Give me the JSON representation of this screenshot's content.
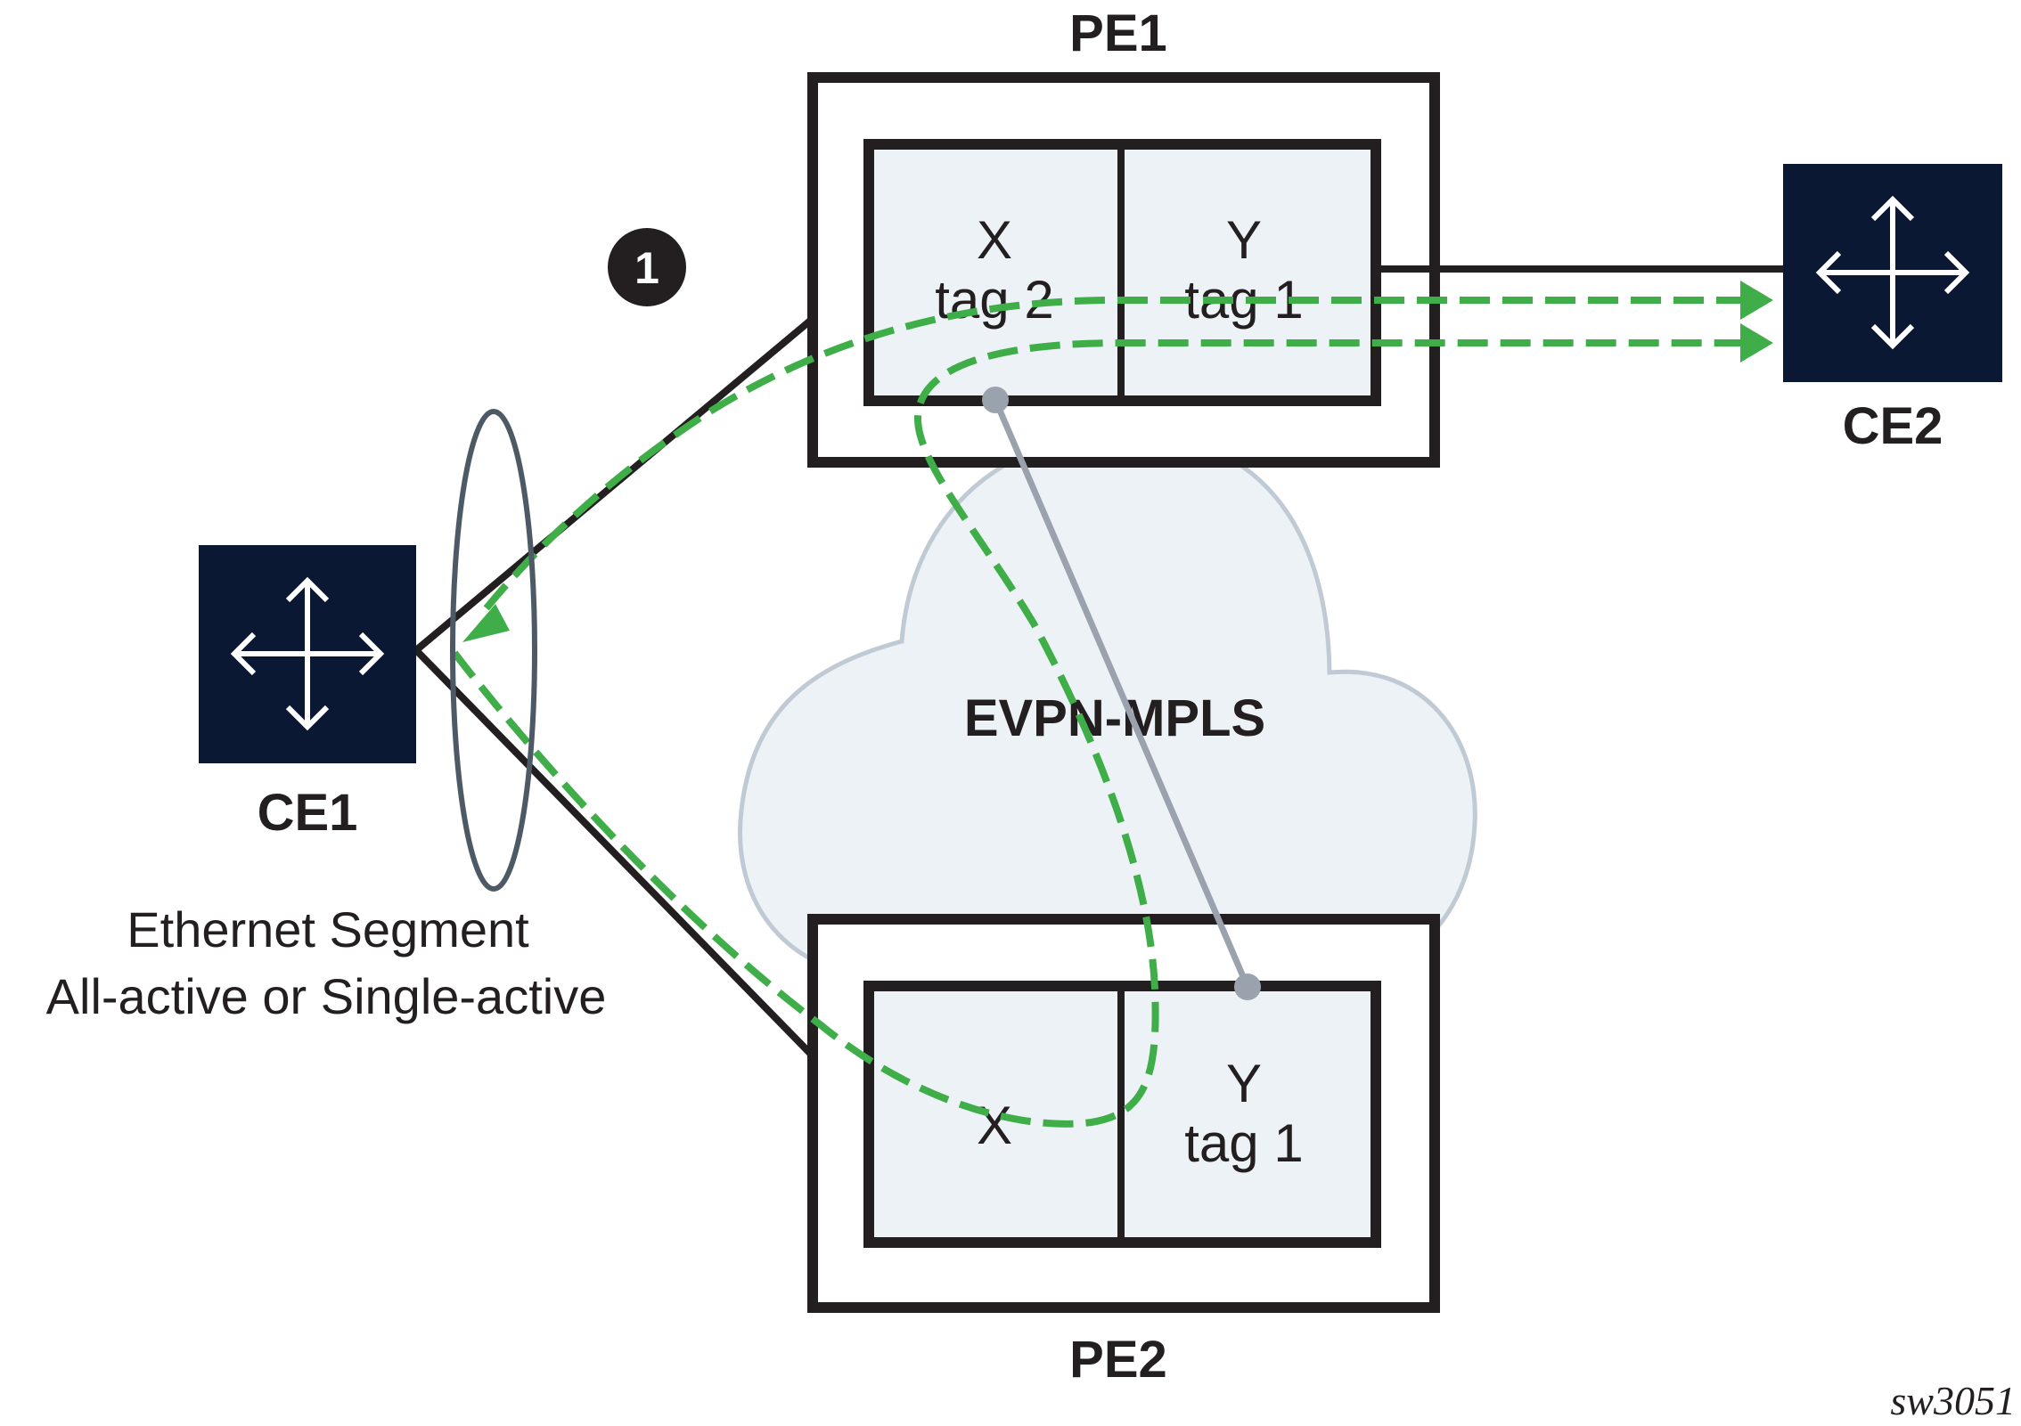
{
  "diagram": {
    "title_pe1": "PE1",
    "title_pe2": "PE2",
    "ce1_label": "CE1",
    "ce2_label": "CE2",
    "cloud_label": "EVPN-MPLS",
    "step_badge": "1",
    "pe1": {
      "left_cell": {
        "name": "X",
        "tag": "tag 2"
      },
      "right_cell": {
        "name": "Y",
        "tag": "tag 1"
      }
    },
    "pe2": {
      "left_cell": {
        "name": "X"
      },
      "right_cell": {
        "name": "Y",
        "tag": "tag 1"
      }
    },
    "ethernet_segment": {
      "line1": "Ethernet Segment",
      "line2": "All-active or Single-active"
    },
    "figure_id": "sw3051",
    "icons": {
      "router": "four-way-arrows-router-icon"
    },
    "colors": {
      "router_fill": "#0b1833",
      "flow_green": "#3fae49",
      "cloud_fill": "#edf2f7",
      "cloud_stroke": "#c0cad4",
      "peer_link": "#9aa3ad"
    }
  }
}
